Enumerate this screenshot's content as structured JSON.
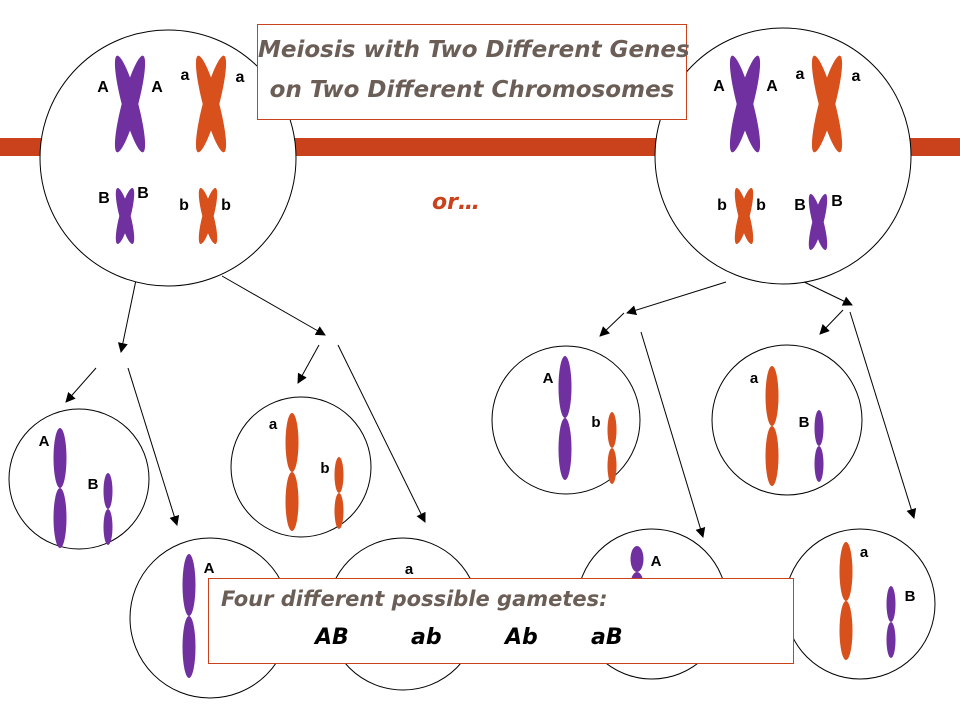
{
  "title": {
    "line1": "Meiosis with Two Different Genes",
    "line2": "on Two Different Chromosomes"
  },
  "or_label": "or…",
  "summary": {
    "heading": "Four different possible gametes:",
    "gametes": [
      "AB",
      "ab",
      "Ab",
      "aB"
    ]
  },
  "colors": {
    "purple": "#7030a0",
    "orange": "#d8501c",
    "accent": "#c9421c",
    "title_text": "#6b5e57"
  },
  "cells": {
    "parent_left": {
      "labels": [
        "A",
        "A",
        "a",
        "a",
        "B",
        "B",
        "b",
        "b"
      ]
    },
    "parent_right": {
      "labels": [
        "A",
        "A",
        "a",
        "a",
        "b",
        "b",
        "B",
        "B"
      ]
    },
    "gamete_AB_1": {
      "labels": [
        "A",
        "B"
      ]
    },
    "gamete_ab_1": {
      "labels": [
        "a",
        "b"
      ]
    },
    "gamete_AB_2": {
      "labels": [
        "A"
      ]
    },
    "gamete_ab_2": {
      "labels": [
        "a"
      ]
    },
    "gamete_Ab_1": {
      "labels": [
        "A",
        "b"
      ]
    },
    "gamete_aB_1": {
      "labels": [
        "a",
        "B"
      ]
    },
    "gamete_Ab_2": {
      "labels": [
        "A"
      ]
    },
    "gamete_aB_2": {
      "labels": [
        "a",
        "B"
      ]
    }
  }
}
